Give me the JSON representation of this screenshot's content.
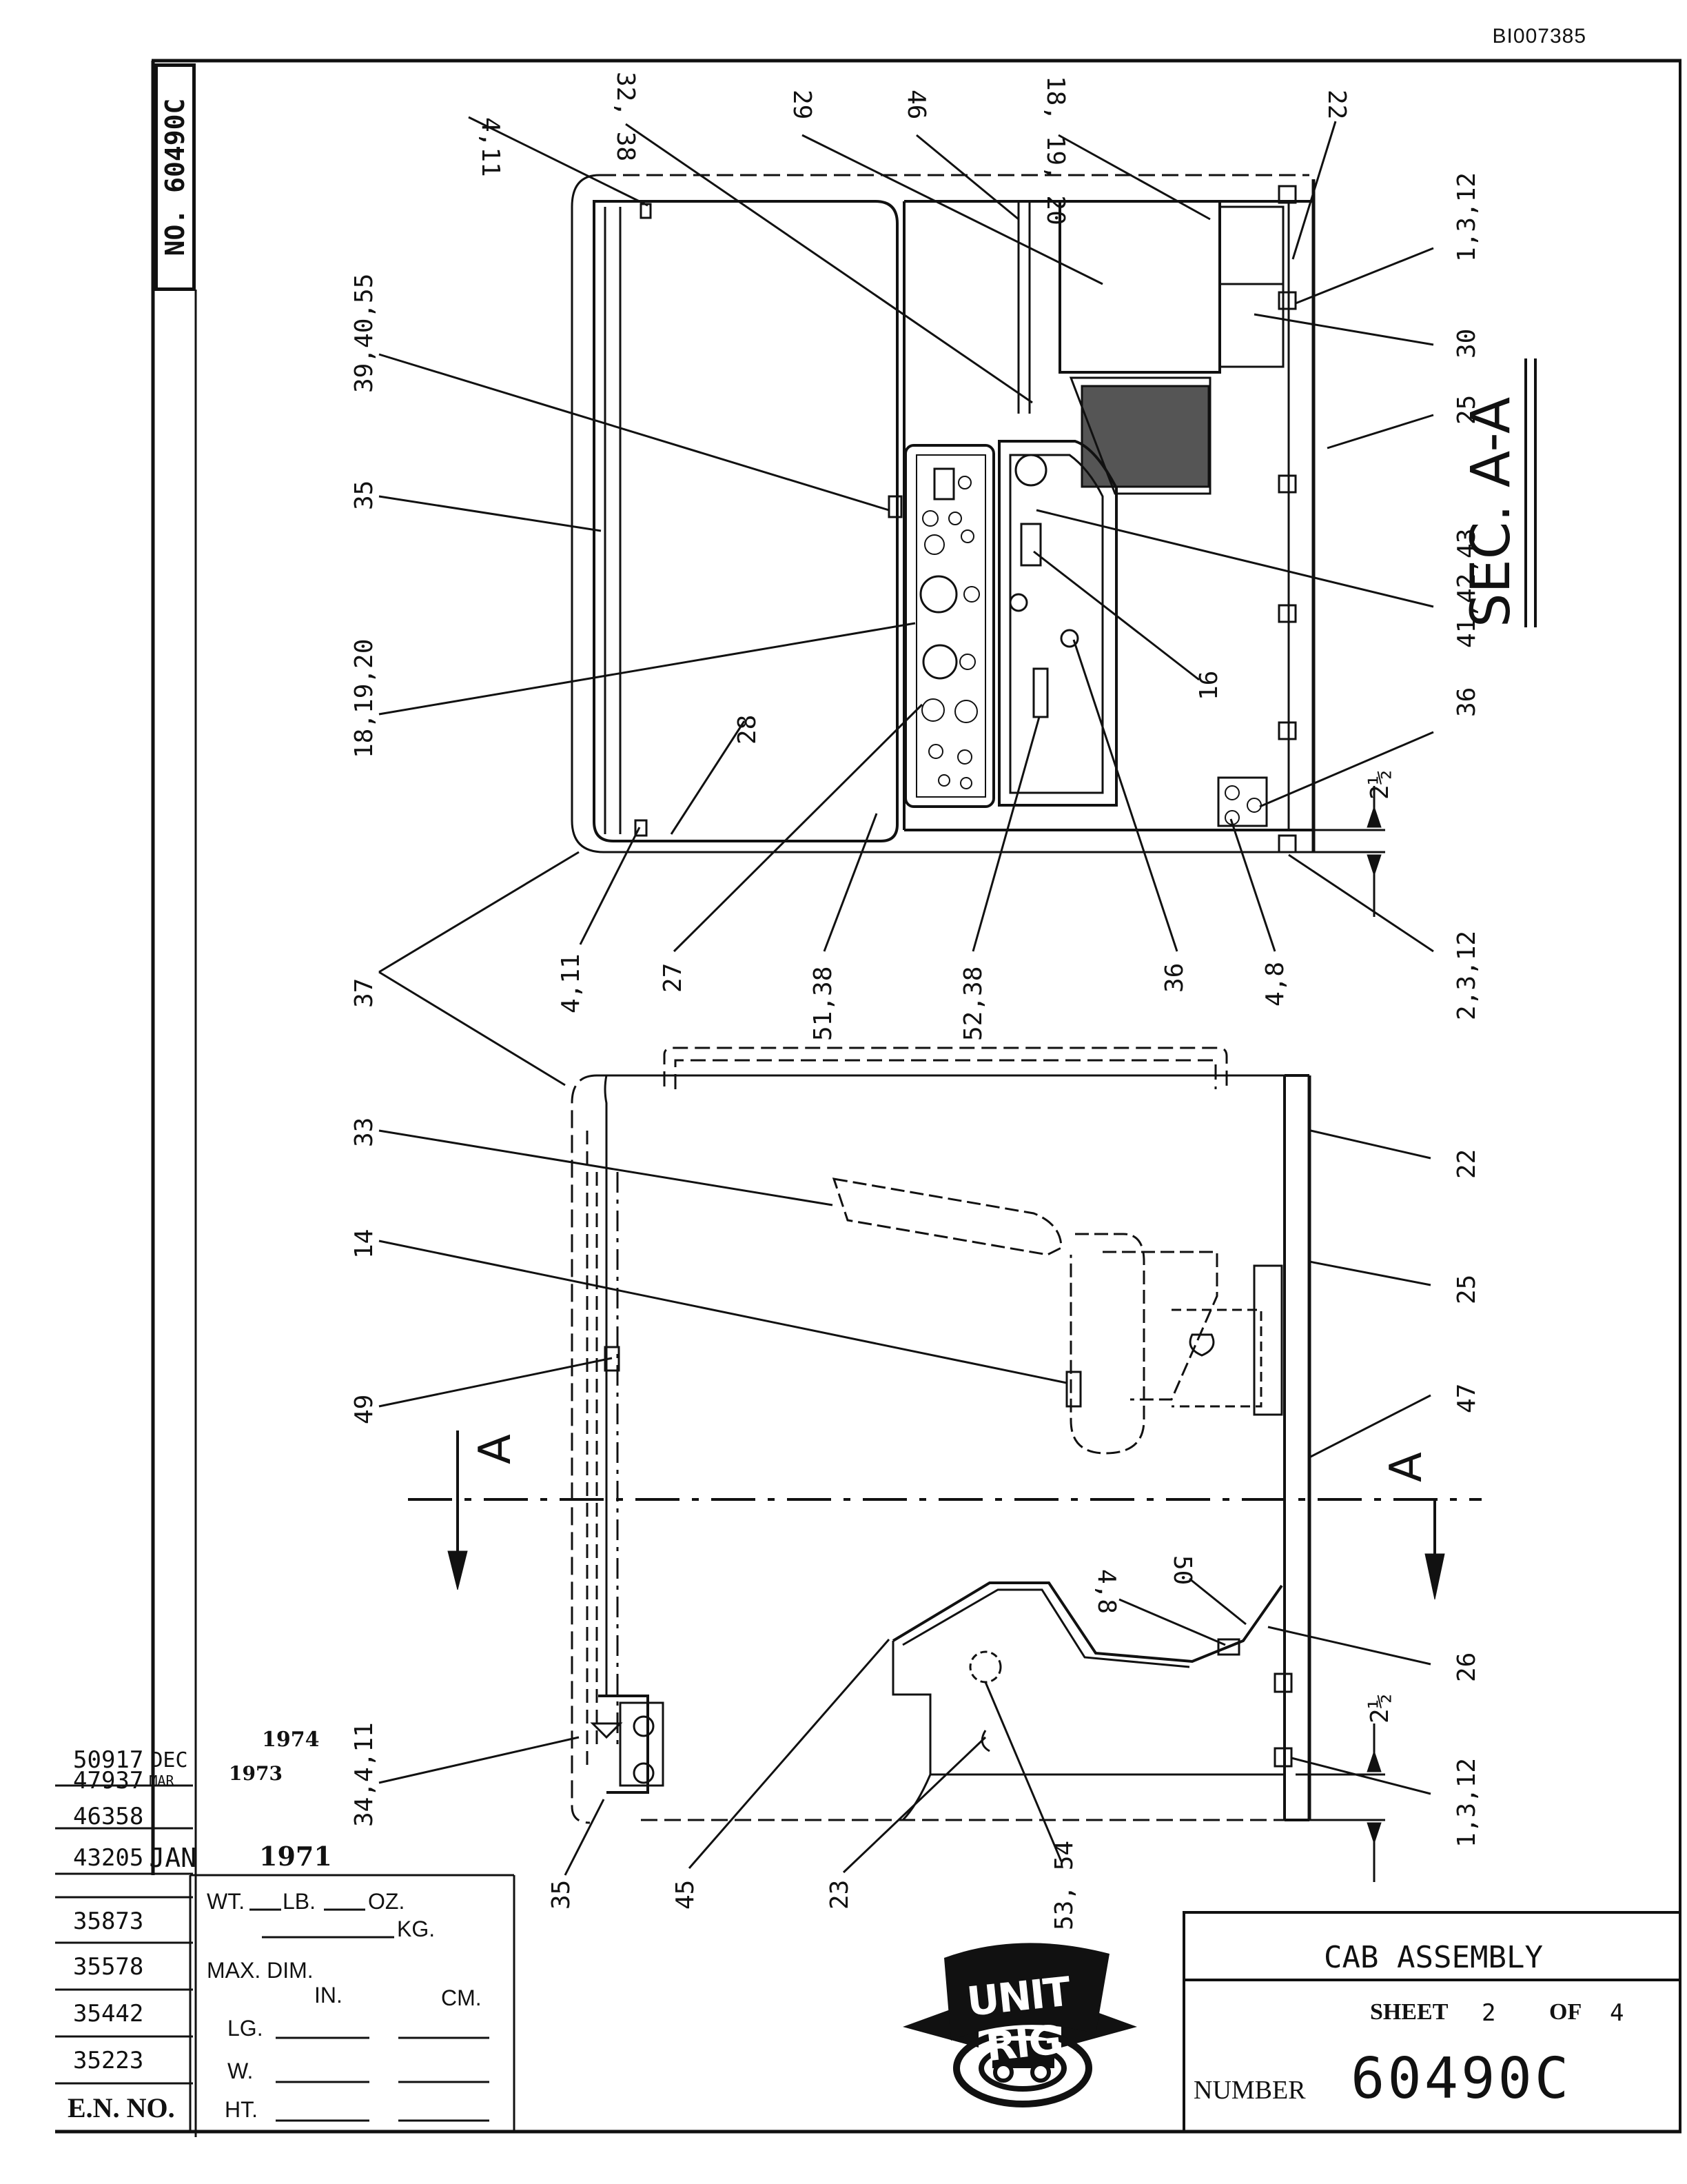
{
  "document_id": "BI007385",
  "drawing_number_tab": "NO. 60490C",
  "title_block": {
    "title": "CAB ASSEMBLY",
    "sheet_label": "SHEET",
    "sheet_current": "2",
    "sheet_of_label": "OF",
    "sheet_total": "4",
    "number_label": "NUMBER",
    "number_value": "60490C"
  },
  "logo": {
    "text": "UNIT RIG"
  },
  "weight_block": {
    "wt_label": "WT.",
    "lb_label": "LB.",
    "oz_label": "OZ.",
    "kg_label": "KG.",
    "max_dim_label": "MAX. DIM.",
    "in_label": "IN.",
    "cm_label": "CM.",
    "lg_label": "LG.",
    "w_label": "W.",
    "ht_label": "HT."
  },
  "revision_block": {
    "header": "E.N. NO.",
    "entries": [
      {
        "en": "50917",
        "date": "DEC",
        "year": "1974"
      },
      {
        "en": "47937",
        "date": "MAR",
        "year": "1973"
      },
      {
        "en": "46358",
        "date": "",
        "year": ""
      },
      {
        "en": "43205",
        "date": "JAN",
        "year": "1971"
      },
      {
        "en": "35873",
        "date": "",
        "year": ""
      },
      {
        "en": "35578",
        "date": "",
        "year": ""
      },
      {
        "en": "35442",
        "date": "",
        "year": ""
      },
      {
        "en": "35223",
        "date": "",
        "year": ""
      }
    ]
  },
  "section_label": "SEC. A-A",
  "section_marker": "A",
  "dimension": "2½",
  "callouts": {
    "top_row": [
      "4,11",
      "32, 38",
      "29",
      "46",
      "18, 19, 20",
      "22"
    ],
    "top_right": [
      "1,3,12",
      "30",
      "25",
      "41,42,43",
      "16",
      "36",
      "2,3,12"
    ],
    "left_col_upper": [
      "39,40,55",
      "35",
      "18,19,20",
      "28"
    ],
    "section_bottom": [
      "4,11",
      "27",
      "51,38",
      "52,38",
      "36",
      "4,8"
    ],
    "lower_left": [
      "37",
      "33",
      "14",
      "49",
      "34,4,11",
      "35",
      "45",
      "23",
      "53, 54"
    ],
    "lower_right": [
      "22",
      "25",
      "47",
      "50",
      "4,8",
      "26",
      "1,3,12"
    ]
  }
}
